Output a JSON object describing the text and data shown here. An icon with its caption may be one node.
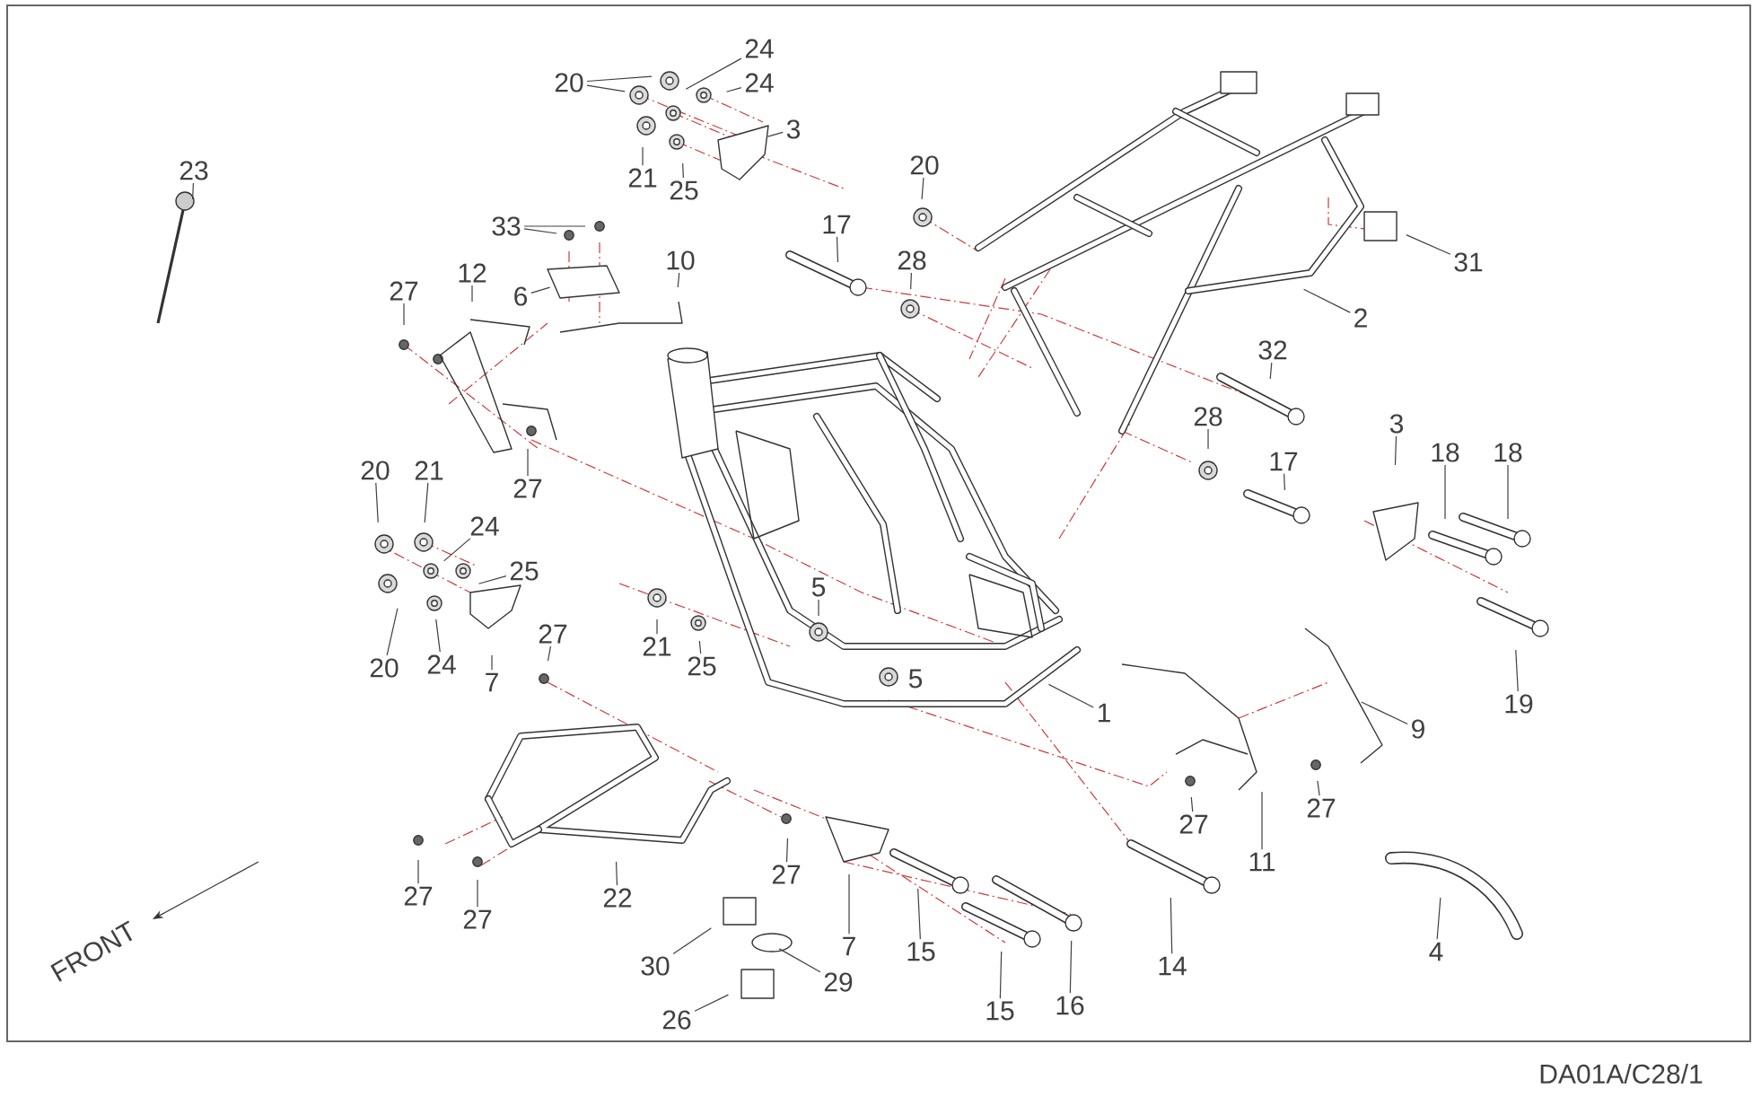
{
  "diagram": {
    "nodes": [
      {
        "text": [
          "24"
        ]
      },
      {
        "text": [
          "20"
        ]
      },
      {
        "text": [
          "24"
        ]
      },
      {
        "text": [
          "3"
        ]
      },
      {
        "text": [
          "20"
        ]
      },
      {
        "text": [
          "23"
        ]
      },
      {
        "text": [
          "21"
        ]
      },
      {
        "text": [
          "25"
        ]
      },
      {
        "text": [
          "17"
        ]
      },
      {
        "text": [
          "33"
        ]
      },
      {
        "text": [
          "31"
        ]
      },
      {
        "text": [
          "10"
        ]
      },
      {
        "text": [
          "28"
        ]
      },
      {
        "text": [
          "12"
        ]
      },
      {
        "text": [
          "27"
        ]
      },
      {
        "text": [
          "6"
        ]
      },
      {
        "text": [
          "2"
        ]
      },
      {
        "text": [
          "32"
        ]
      },
      {
        "text": [
          "28"
        ]
      },
      {
        "text": [
          "3"
        ]
      },
      {
        "text": [
          "18"
        ]
      },
      {
        "text": [
          "18"
        ]
      },
      {
        "text": [
          "17"
        ]
      },
      {
        "text": [
          "20"
        ]
      },
      {
        "text": [
          "21"
        ]
      },
      {
        "text": [
          "27"
        ]
      },
      {
        "text": [
          "24"
        ]
      },
      {
        "text": [
          "25"
        ]
      },
      {
        "text": [
          "5"
        ]
      },
      {
        "text": [
          "27"
        ]
      },
      {
        "text": [
          "21"
        ]
      },
      {
        "text": [
          "20"
        ]
      },
      {
        "text": [
          "24"
        ]
      },
      {
        "text": [
          "25"
        ]
      },
      {
        "text": [
          "7"
        ]
      },
      {
        "text": [
          "19"
        ]
      },
      {
        "text": [
          "1"
        ]
      },
      {
        "text": [
          "9"
        ]
      },
      {
        "text": [
          "27"
        ]
      },
      {
        "text": [
          "27"
        ]
      },
      {
        "text": [
          "11"
        ]
      },
      {
        "text": [
          "27"
        ]
      },
      {
        "text": [
          "27"
        ]
      },
      {
        "text": [
          "22"
        ]
      },
      {
        "text": [
          "27"
        ]
      },
      {
        "text": [
          "7"
        ]
      },
      {
        "text": [
          "15"
        ]
      },
      {
        "text": [
          "4"
        ]
      },
      {
        "text": [
          "30"
        ]
      },
      {
        "text": [
          "14"
        ]
      },
      {
        "text": [
          "29"
        ]
      },
      {
        "text": [
          "16"
        ]
      },
      {
        "text": [
          "15"
        ]
      },
      {
        "text": [
          "26"
        ]
      }
    ],
    "edges": [
      {
        "from": 0,
        "to": null,
        "arrow": "none"
      },
      {
        "from": 1,
        "to": null,
        "arrow": "none"
      },
      {
        "from": 1,
        "to": null,
        "arrow": "none"
      },
      {
        "from": 2,
        "to": null,
        "arrow": "none"
      },
      {
        "from": 3,
        "to": null,
        "arrow": "none"
      },
      {
        "from": 4,
        "to": null,
        "arrow": "none"
      },
      {
        "from": 5,
        "to": null,
        "arrow": "none"
      },
      {
        "from": 6,
        "to": null,
        "arrow": "none"
      },
      {
        "from": 7,
        "to": null,
        "arrow": "none"
      },
      {
        "from": 8,
        "to": null,
        "arrow": "none"
      },
      {
        "from": 9,
        "to": null,
        "arrow": "none"
      },
      {
        "from": 9,
        "to": null,
        "arrow": "none"
      },
      {
        "from": 10,
        "to": null,
        "arrow": "none"
      },
      {
        "from": 11,
        "to": null,
        "arrow": "none"
      },
      {
        "from": 12,
        "to": null,
        "arrow": "none"
      },
      {
        "from": 13,
        "to": null,
        "arrow": "none"
      },
      {
        "from": 14,
        "to": null,
        "arrow": "none"
      },
      {
        "from": 15,
        "to": null,
        "arrow": "none"
      },
      {
        "from": 16,
        "to": null,
        "arrow": "none"
      },
      {
        "from": 17,
        "to": null,
        "arrow": "none"
      },
      {
        "from": 18,
        "to": null,
        "arrow": "none"
      },
      {
        "from": 19,
        "to": null,
        "arrow": "none"
      },
      {
        "from": 20,
        "to": null,
        "arrow": "none"
      },
      {
        "from": 21,
        "to": null,
        "arrow": "none"
      },
      {
        "from": 22,
        "to": null,
        "arrow": "none"
      },
      {
        "from": 23,
        "to": null,
        "arrow": "none"
      },
      {
        "from": 24,
        "to": null,
        "arrow": "none"
      },
      {
        "from": 25,
        "to": null,
        "arrow": "none"
      },
      {
        "from": 26,
        "to": null,
        "arrow": "none"
      },
      {
        "from": 27,
        "to": null,
        "arrow": "none"
      },
      {
        "from": 28,
        "to": null,
        "arrow": "none"
      },
      {
        "from": 29,
        "to": null,
        "arrow": "none"
      },
      {
        "from": 30,
        "to": null,
        "arrow": "none"
      },
      {
        "from": 31,
        "to": null,
        "arrow": "none"
      },
      {
        "from": 32,
        "to": null,
        "arrow": "none"
      },
      {
        "from": 33,
        "to": null,
        "arrow": "none"
      },
      {
        "from": 34,
        "to": null,
        "arrow": "none"
      },
      {
        "from": 35,
        "to": null,
        "arrow": "none"
      },
      {
        "from": 36,
        "to": null,
        "arrow": "none"
      },
      {
        "from": 37,
        "to": null,
        "arrow": "none"
      },
      {
        "from": 38,
        "to": null,
        "arrow": "none"
      },
      {
        "from": 39,
        "to": null,
        "arrow": "none"
      },
      {
        "from": 40,
        "to": null,
        "arrow": "none"
      },
      {
        "from": 41,
        "to": null,
        "arrow": "none"
      },
      {
        "from": 42,
        "to": null,
        "arrow": "none"
      },
      {
        "from": 43,
        "to": null,
        "arrow": "none"
      },
      {
        "from": 44,
        "to": null,
        "arrow": "none"
      },
      {
        "from": 45,
        "to": null,
        "arrow": "none"
      },
      {
        "from": 46,
        "to": null,
        "arrow": "none"
      },
      {
        "from": 47,
        "to": null,
        "arrow": "none"
      },
      {
        "from": 48,
        "to": null,
        "arrow": "none"
      },
      {
        "from": 49,
        "to": null,
        "arrow": "none"
      },
      {
        "from": 50,
        "to": null,
        "arrow": "none"
      },
      {
        "from": 51,
        "to": null,
        "arrow": "none"
      },
      {
        "from": 52,
        "to": null,
        "arrow": "none"
      },
      {
        "from": 53,
        "to": null,
        "arrow": "none"
      }
    ],
    "labels": [
      "5",
      "FRONT",
      "DA01A/C28/1"
    ]
  }
}
